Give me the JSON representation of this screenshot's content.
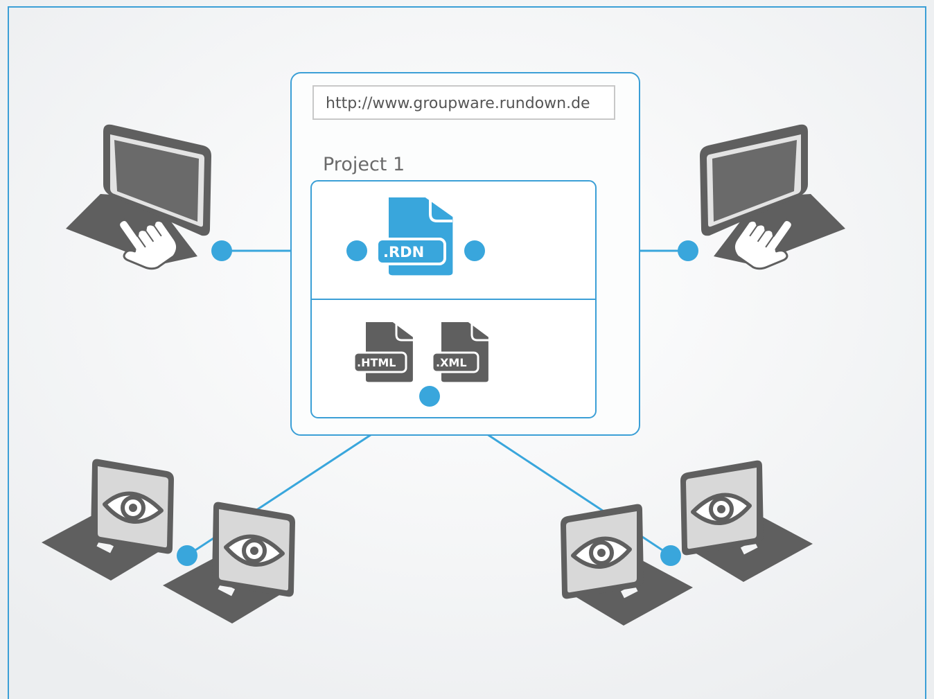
{
  "server": {
    "url": "http://www.groupware.rundown.de",
    "project_label": "Project 1",
    "shared_file": {
      "label": ".RDN",
      "icon": "rdn-file-icon"
    },
    "export_files": [
      {
        "label": ".HTML",
        "icon": "html-file-icon"
      },
      {
        "label": ".XML",
        "icon": "xml-file-icon"
      }
    ]
  },
  "editors": [
    {
      "role": "editor",
      "icon": "laptop-hand-cursor-icon"
    },
    {
      "role": "editor",
      "icon": "laptop-hand-cursor-icon"
    }
  ],
  "viewers": [
    {
      "role": "viewer",
      "icon": "laptop-eye-icon"
    },
    {
      "role": "viewer",
      "icon": "laptop-eye-icon"
    },
    {
      "role": "viewer",
      "icon": "laptop-eye-icon"
    },
    {
      "role": "viewer",
      "icon": "laptop-eye-icon"
    }
  ],
  "colors": {
    "accent": "#39a6dc",
    "frame": "#3b9fd6",
    "device_dark": "#5f5f5f",
    "device_light": "#d6d6d6",
    "text_gray": "#555555",
    "background": "#f4f5f6"
  }
}
